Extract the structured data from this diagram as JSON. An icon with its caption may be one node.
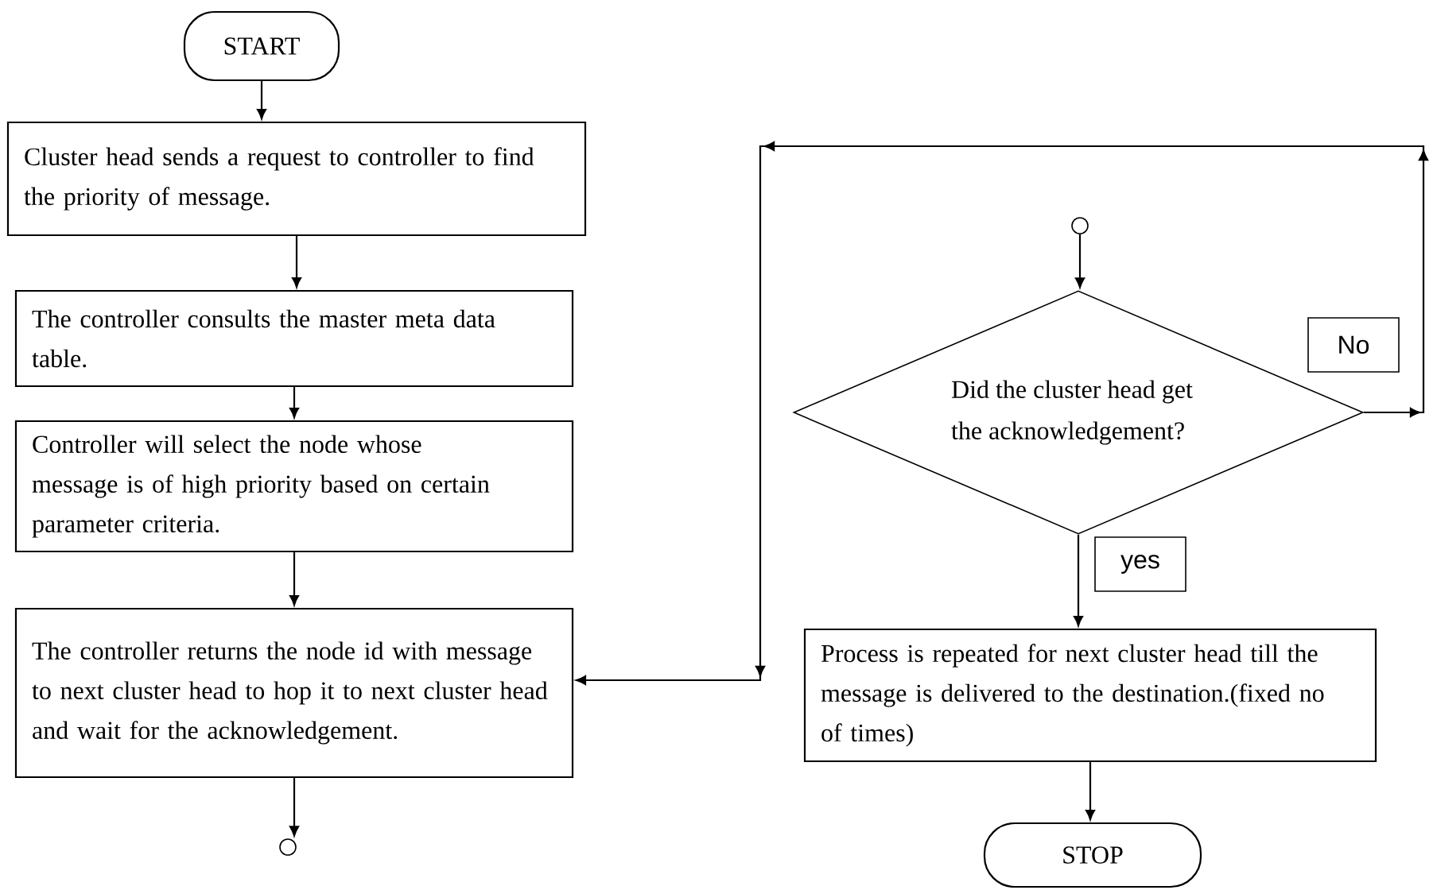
{
  "diagram": {
    "nodes": [
      {
        "text": [
          "START"
        ]
      },
      {
        "text": [
          "Cluster head sends a request to controller to find the priority of  message."
        ]
      },
      {
        "text": [
          "The controller consults the master meta data table."
        ]
      },
      {
        "text": [
          "Controller will select the node whose message is of high priority based on certain parameter criteria."
        ]
      },
      {
        "text": [
          "The controller returns the node id with message to next cluster head to hop it to next cluster head and wait for the acknowledgement."
        ]
      },
      {
        "text": [],
        "shape": "circle"
      },
      {
        "text": [],
        "shape": "circle"
      },
      {
        "text": [
          "Did the cluster head get the acknowledgement?"
        ]
      },
      {
        "text": [
          "Process is repeated for next cluster head till the message is delivered to the destination.(fixed no of times)"
        ]
      },
      {
        "text": [
          "STOP"
        ]
      }
    ],
    "edges": [
      {
        "from": 0,
        "to": 1,
        "arrow": "to"
      },
      {
        "from": 1,
        "to": 2,
        "arrow": "to"
      },
      {
        "from": 2,
        "to": 3,
        "arrow": "to"
      },
      {
        "from": 3,
        "to": 4,
        "arrow": "to"
      },
      {
        "from": 4,
        "to": 5,
        "arrow": "to"
      },
      {
        "from": 6,
        "to": 7,
        "arrow": "to"
      },
      {
        "from": 7,
        "to": 8,
        "arrow": "to",
        "label": "yes"
      },
      {
        "from": 8,
        "to": 9,
        "arrow": "to"
      },
      {
        "from": 7,
        "to": 4,
        "arrow": "to",
        "label": "No"
      }
    ]
  }
}
